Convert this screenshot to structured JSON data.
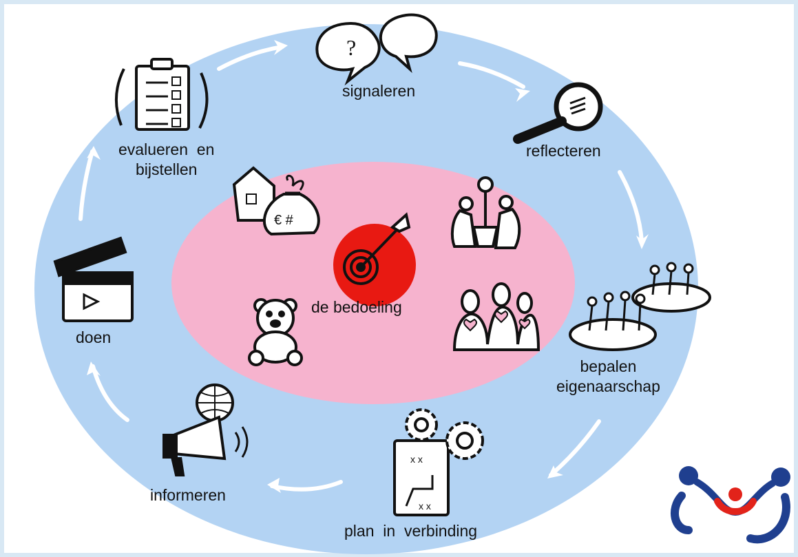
{
  "center": {
    "label": "de bedoeling"
  },
  "steps": [
    {
      "id": "signaleren",
      "label": "signaleren"
    },
    {
      "id": "reflecteren",
      "label": "reflecteren"
    },
    {
      "id": "bepalen",
      "lines": [
        "bepalen",
        "eigenaarschap"
      ]
    },
    {
      "id": "plan",
      "label": "plan  in  verbinding"
    },
    {
      "id": "informeren",
      "label": "informeren"
    },
    {
      "id": "doen",
      "label": "doen"
    },
    {
      "id": "evalueren",
      "lines": [
        "evalueren  en",
        "bijstellen"
      ]
    }
  ],
  "inner_icons": [
    "house-icon",
    "money-bag-icon",
    "target-icon",
    "people-with-flower-icon",
    "teddy-bear-icon",
    "group-hearts-icon"
  ],
  "step_icons": [
    "speech-bubbles-icon",
    "magnifier-icon",
    "groups-icon",
    "gears-plan-icon",
    "megaphone-globe-icon",
    "clapperboard-icon",
    "checklist-icon"
  ],
  "colors": {
    "background": "#d8e8f4",
    "outer_ellipse": "#b3d3f3",
    "inner_ellipse": "#f6b3ce",
    "target": "#e81912",
    "logo_blue": "#1f3f8f",
    "logo_red": "#e2231a"
  }
}
